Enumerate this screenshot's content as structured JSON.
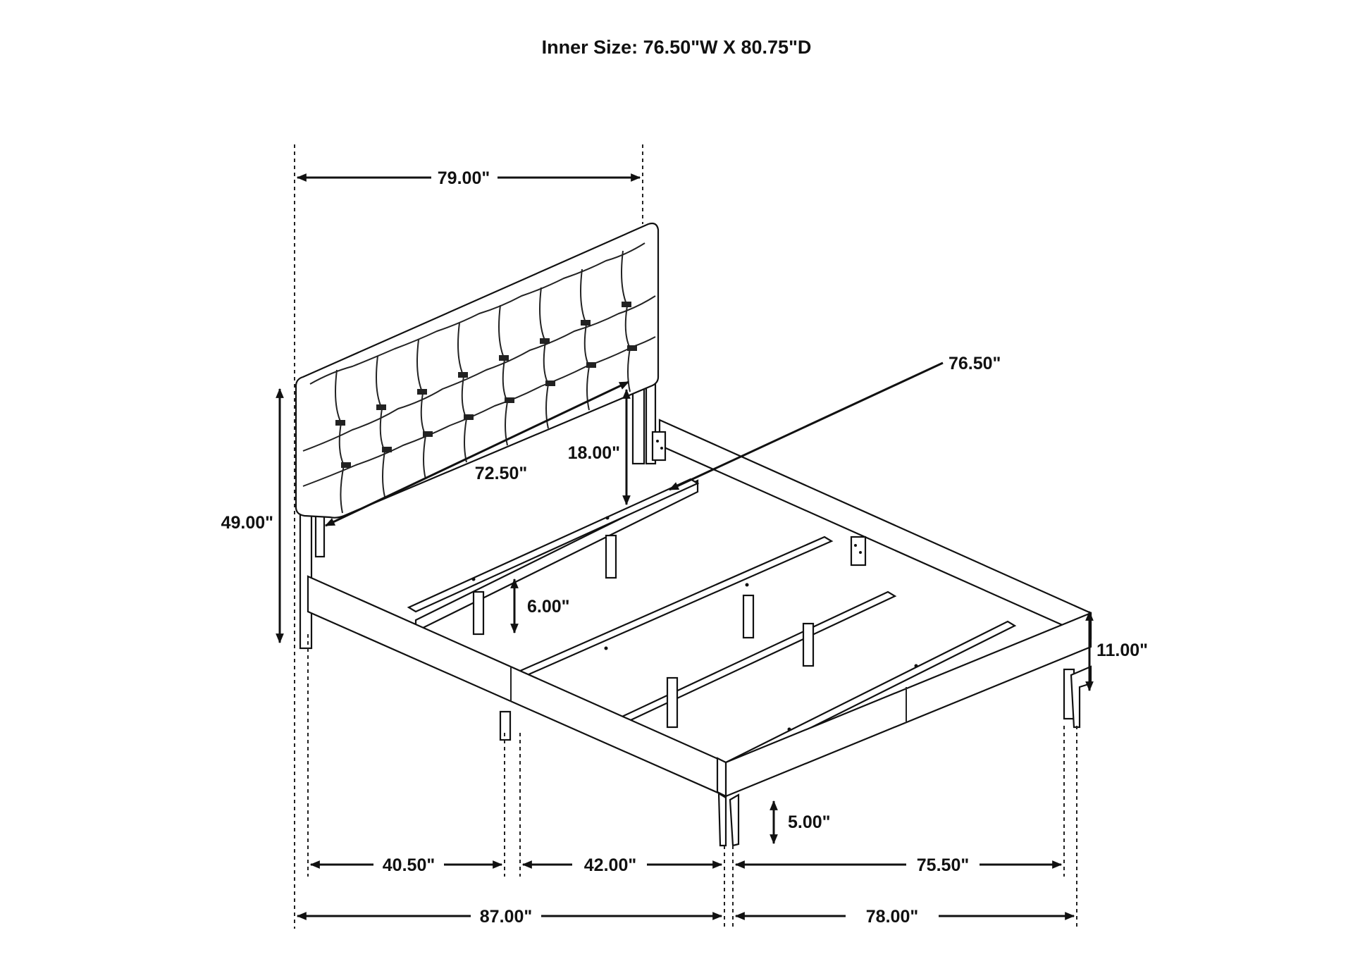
{
  "title": "Inner Size: 76.50\"W X 80.75\"D",
  "dimensions": {
    "headboard_width": "79.00\"",
    "inner_diagonal": "76.50\"",
    "headboard_inner_width": "72.50\"",
    "headboard_panel_height": "18.00\"",
    "overall_height": "49.00\"",
    "slat_clearance": "6.00\"",
    "rail_height": "11.00\"",
    "leg_height": "5.00\"",
    "left_rail_segment_1": "40.50\"",
    "left_rail_segment_2": "42.00\"",
    "front_inner_width": "75.50\"",
    "overall_length": "87.00\"",
    "overall_width": "78.00\""
  }
}
